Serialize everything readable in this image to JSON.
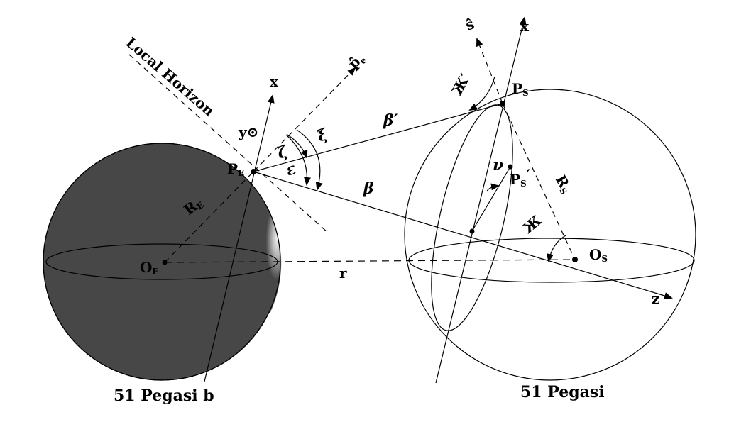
{
  "captions": {
    "planet": "51 Pegasi b",
    "star": "51 Pegasi"
  },
  "labels": {
    "local_horizon": "Local Horizon",
    "p_e_hat": "p̂",
    "p_e_hat_sub": "e",
    "x_planet": "x",
    "y_sun": "y⊙",
    "zeta": "ζ",
    "epsilon": "ε",
    "xi": "ξ",
    "P_E": "P",
    "P_E_sub": "E",
    "R_E": "R",
    "R_E_sub": "E",
    "O_E": "O",
    "O_E_sub": "E",
    "r": "r",
    "beta": "β",
    "beta_prime": "β′",
    "s_hat": "ŝ",
    "x_star": "x",
    "zhe_prime": "Ж′",
    "P_S": "P",
    "P_S_sub": "S",
    "nu": "ν",
    "P_S_prime": "P",
    "P_S_prime_sub": "S",
    "P_S_prime_mark": "′",
    "R_S": "R",
    "R_S_sub": "S",
    "zhe": "Ж",
    "O_S": "O",
    "O_S_sub": "S",
    "z": "z"
  },
  "colors": {
    "planet_fill": "#474747",
    "highlight": "#ffffff",
    "line": "#000000"
  }
}
